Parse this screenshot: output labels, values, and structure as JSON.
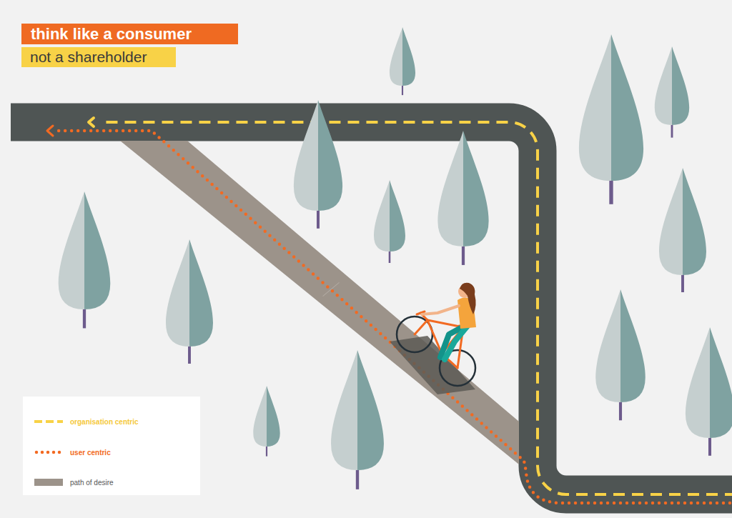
{
  "diagram": {
    "nodes": [
      {
        "text": [
          "think like a consumer"
        ]
      },
      {
        "text": [
          "not a shareholder"
        ]
      }
    ],
    "legend": [
      {
        "text": "organisation centric"
      },
      {
        "text": "user centric"
      },
      {
        "text": "path of desire",
        "color": "#9c938a"
      }
    ]
  }
}
